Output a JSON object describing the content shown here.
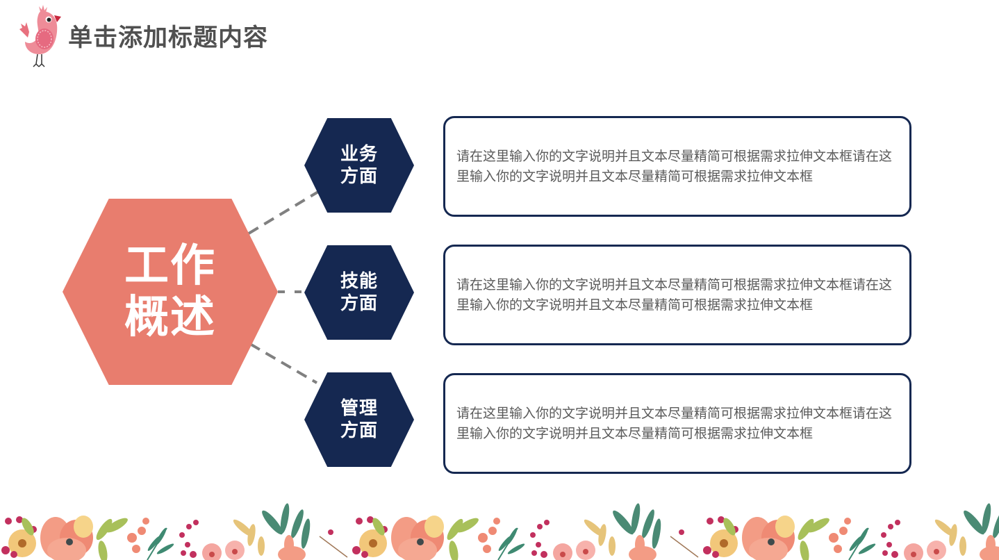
{
  "header": {
    "title": "单击添加标题内容",
    "logo_icon": "pink-bird-icon"
  },
  "center": {
    "line1": "工作",
    "line2": "概述",
    "color": "#e87d6e"
  },
  "items": [
    {
      "label_line1": "业务",
      "label_line2": "方面",
      "text": "请在这里输入你的文字说明并且文本尽量精简可根据需求拉伸文本框请在这里输入你的文字说明并且文本尽量精简可根据需求拉伸文本框"
    },
    {
      "label_line1": "技能",
      "label_line2": "方面",
      "text": "请在这里输入你的文字说明并且文本尽量精简可根据需求拉伸文本框请在这里输入你的文字说明并且文本尽量精简可根据需求拉伸文本框"
    },
    {
      "label_line1": "管理",
      "label_line2": "方面",
      "text": "请在这里输入你的文字说明并且文本尽量精简可根据需求拉伸文本框请在这里输入你的文字说明并且文本尽量精简可根据需求拉伸文本框"
    }
  ],
  "colors": {
    "accent": "#e87d6e",
    "navy": "#152851",
    "connector": "#808080",
    "title": "#505050",
    "body_text": "#5a5a5a"
  },
  "decoration": {
    "footer": "floral-border"
  }
}
